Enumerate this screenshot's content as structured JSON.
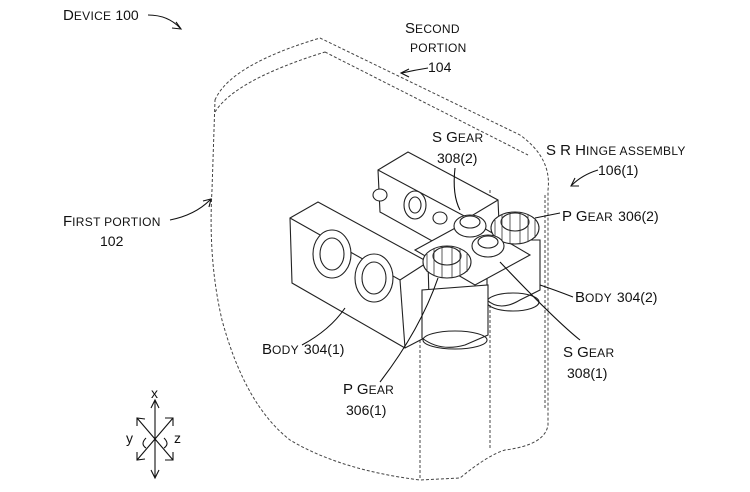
{
  "labels": {
    "device": {
      "first": "D",
      "rest": "EVICE",
      "num": "100"
    },
    "second_portion": {
      "l1_first": "S",
      "l1_rest": "ECOND",
      "l2": "PORTION",
      "num": "104"
    },
    "first_portion": {
      "first": "F",
      "rest": "IRST PORTION",
      "num": "102"
    },
    "s_gear_top": {
      "first": "S G",
      "rest": "EAR",
      "num": "308(2)"
    },
    "hinge": {
      "text_a": "S R H",
      "text_b": "INGE ASSEMBLY",
      "num": "106(1)"
    },
    "p_gear_right": {
      "first": "P G",
      "rest": "EAR",
      "num": "306(2)"
    },
    "body_right": {
      "first": "B",
      "rest": "ODY",
      "num": "304(2)"
    },
    "s_gear_bottom": {
      "first": "S G",
      "rest": "EAR",
      "num": "308(1)"
    },
    "body_left": {
      "first": "B",
      "rest": "ODY",
      "num": "304(1)"
    },
    "p_gear_bottom": {
      "first": "P G",
      "rest": "EAR",
      "num": "306(1)"
    }
  },
  "axes": {
    "x": "x",
    "y": "y",
    "z": "z"
  }
}
